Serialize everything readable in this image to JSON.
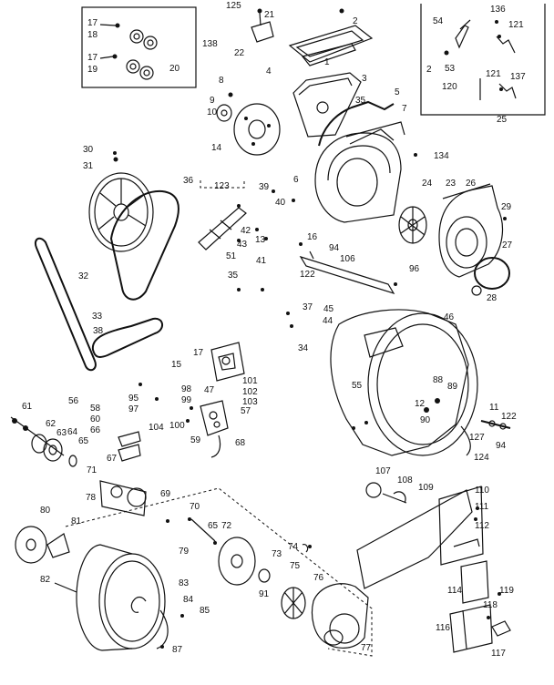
{
  "colors": {
    "ink": "#111111",
    "paper": "#ffffff"
  },
  "labels": {
    "l125": "125",
    "l21": "21",
    "l2a": "2",
    "l138": "138",
    "l22": "22",
    "l1": "1",
    "l17a": "17",
    "l18": "18",
    "l17b": "17",
    "l19": "19",
    "l20": "20",
    "l54": "54",
    "l136": "136",
    "l121a": "121",
    "l2b": "2",
    "l53": "53",
    "l137": "137",
    "l120": "120",
    "l121b": "121",
    "l25": "25",
    "l8": "8",
    "l9": "9",
    "l10": "10",
    "l14": "14",
    "l4": "4",
    "l3": "3",
    "l35a": "35",
    "l5": "5",
    "l7": "7",
    "l134": "134",
    "l30": "30",
    "l31": "31",
    "l36": "36",
    "l123": "123",
    "l39": "39",
    "l6": "6",
    "l40": "40",
    "l24": "24",
    "l23": "23",
    "l26": "26",
    "l29": "29",
    "l27": "27",
    "l28": "28",
    "l42": "42",
    "l13": "13",
    "l43": "43",
    "l51": "51",
    "l41": "41",
    "l16": "16",
    "l94a": "94",
    "l106": "106",
    "l122a": "122",
    "l96": "96",
    "l32": "32",
    "l35b": "35",
    "l33": "33",
    "l38": "38",
    "l37": "37",
    "l45": "45",
    "l44": "44",
    "l46": "46",
    "l34": "34",
    "l15": "15",
    "l17c": "17",
    "l101": "101",
    "l102": "102",
    "l103": "103",
    "l98": "98",
    "l99": "99",
    "l47": "47",
    "l57": "57",
    "l95": "95",
    "l97": "97",
    "l104": "104",
    "l100": "100",
    "l59": "59",
    "l68": "68",
    "l55": "55",
    "l88": "88",
    "l89": "89",
    "l12": "12",
    "l90": "90",
    "l11": "11",
    "l122b": "122",
    "l127": "127",
    "l94b": "94",
    "l124": "124",
    "l61": "61",
    "l56": "56",
    "l58": "58",
    "l60": "60",
    "l66": "66",
    "l62": "62",
    "l63": "63",
    "l64": "64",
    "l65a": "65",
    "l71": "71",
    "l67": "67",
    "l78": "78",
    "l69": "69",
    "l107": "107",
    "l108": "108",
    "l109": "109",
    "l110": "110",
    "l111": "111",
    "l112": "112",
    "l80": "80",
    "l81": "81",
    "l82": "82",
    "l70": "70",
    "l65b": "65",
    "l72": "72",
    "l79": "79",
    "l73": "73",
    "l74": "74",
    "l75": "75",
    "l76": "76",
    "l77": "77",
    "l91": "91",
    "l83": "83",
    "l84": "84",
    "l85": "85",
    "l87": "87",
    "l114": "114",
    "l119": "119",
    "l118": "118",
    "l116": "116",
    "l117": "117"
  }
}
